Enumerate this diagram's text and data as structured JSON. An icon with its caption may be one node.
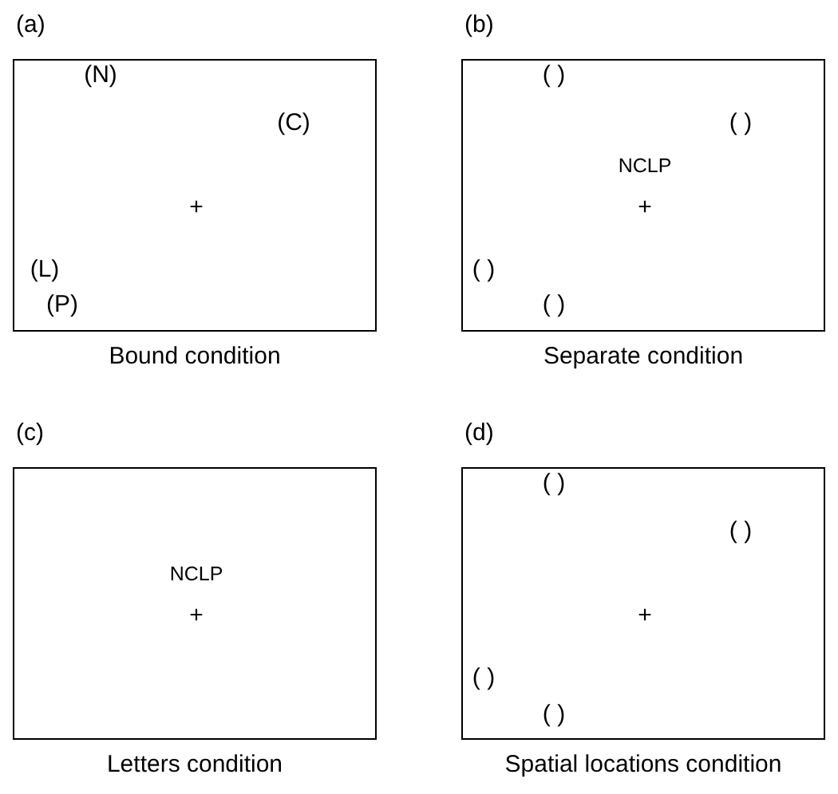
{
  "diagram": {
    "nodes": [
      {
        "text": [
          "(a)"
        ],
        "beside": [
          "Bound condition"
        ]
      },
      {
        "text": [
          "(b)"
        ],
        "beside": [
          "Separate condition"
        ]
      },
      {
        "text": [
          "(c)"
        ],
        "beside": [
          "Letters condition"
        ]
      },
      {
        "text": [
          "(d)"
        ],
        "beside": [
          "Spatial locations condition"
        ]
      }
    ],
    "labels": [
      "(N)",
      "(C)",
      "+",
      "(L)",
      "(P)",
      "( )",
      "( )",
      "NCLP",
      "+",
      "( )",
      "( )",
      "NCLP",
      "+",
      "( )",
      "( )",
      "+",
      "( )",
      "( )"
    ]
  }
}
